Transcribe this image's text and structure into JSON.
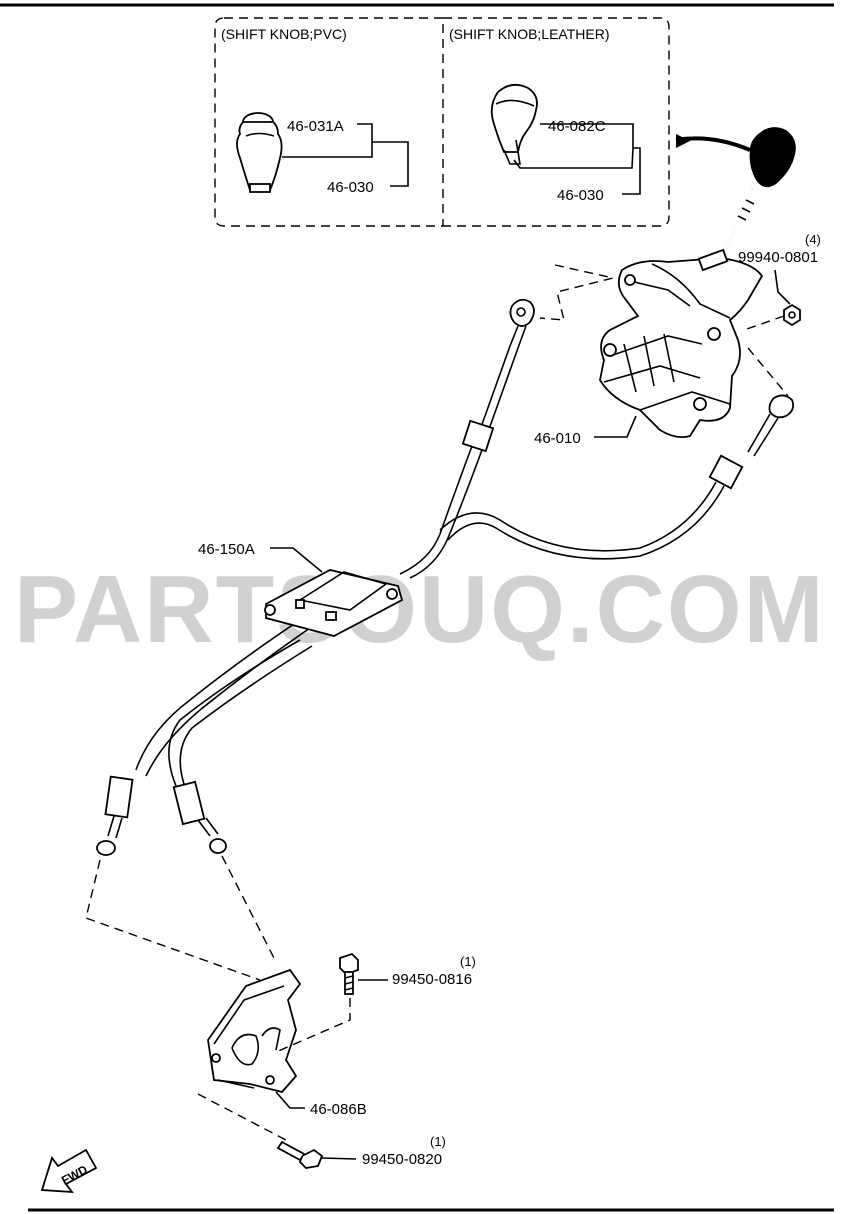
{
  "diagram": {
    "watermark": "PARTSOUQ.COM",
    "fwd_label": "FWD",
    "insets": [
      {
        "header": "(SHIFT KNOB;PVC)",
        "parts": [
          "46-031A",
          "46-030"
        ]
      },
      {
        "header": "(SHIFT KNOB;LEATHER)",
        "parts": [
          "46-082C",
          "46-030"
        ]
      }
    ],
    "callouts": [
      {
        "part": "46-010"
      },
      {
        "part": "46-150A"
      },
      {
        "part": "46-086B"
      },
      {
        "part": "99940-0801",
        "qty": "(4)"
      },
      {
        "part": "99450-0816",
        "qty": "(1)"
      },
      {
        "part": "99450-0820",
        "qty": "(1)"
      }
    ]
  }
}
